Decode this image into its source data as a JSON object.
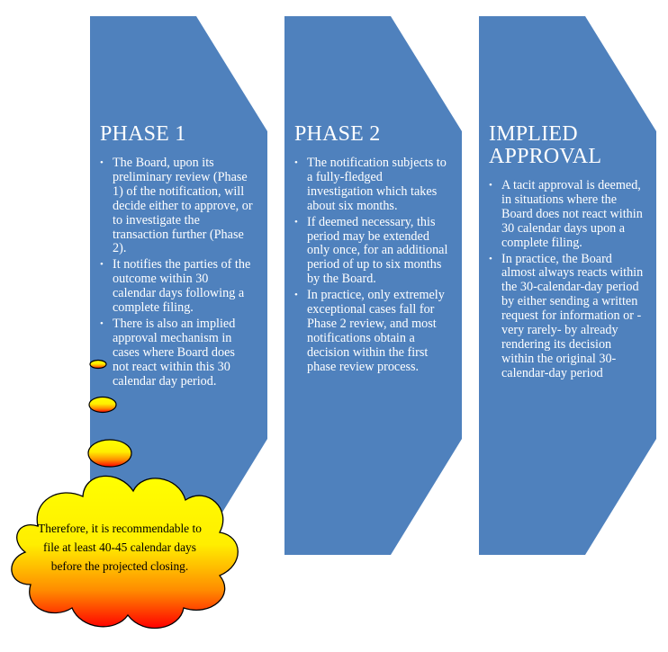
{
  "phases": [
    {
      "title": "PHASE 1",
      "bullets": [
        "The Board, upon its preliminary review (Phase 1) of the notification, will decide either to approve, or to investigate the transaction further (Phase 2).",
        "It notifies the parties of the outcome within 30 calendar days following a complete filing.",
        "There is also an implied approval mechanism in cases where Board does not react within this 30 calendar day period."
      ]
    },
    {
      "title": "PHASE 2",
      "bullets": [
        "The notification subjects to a fully-fledged investigation which takes about six months.",
        "If deemed necessary, this period may be extended only once,  for an additional period of up to six months by the Board.",
        "In practice, only extremely exceptional cases fall for Phase 2 review, and most notifications obtain a decision within the first phase review process."
      ]
    },
    {
      "title": "IMPLIED APPROVAL",
      "bullets": [
        "A tacit approval is deemed, in situations where the Board does not react within 30 calendar days upon a complete filing.",
        "In practice, the Board almost always reacts within the 30-calendar-day period by either sending a written request for information or -very rarely- by already rendering its decision within the original  30-calendar-day period"
      ]
    }
  ],
  "callout": {
    "text": "Therefore, it is recommendable to file at least 40-45 calendar days before the projected closing."
  },
  "colors": {
    "chevron": "#4f81bd",
    "cloud_top": "#ffff00",
    "cloud_bottom": "#ff0000"
  }
}
